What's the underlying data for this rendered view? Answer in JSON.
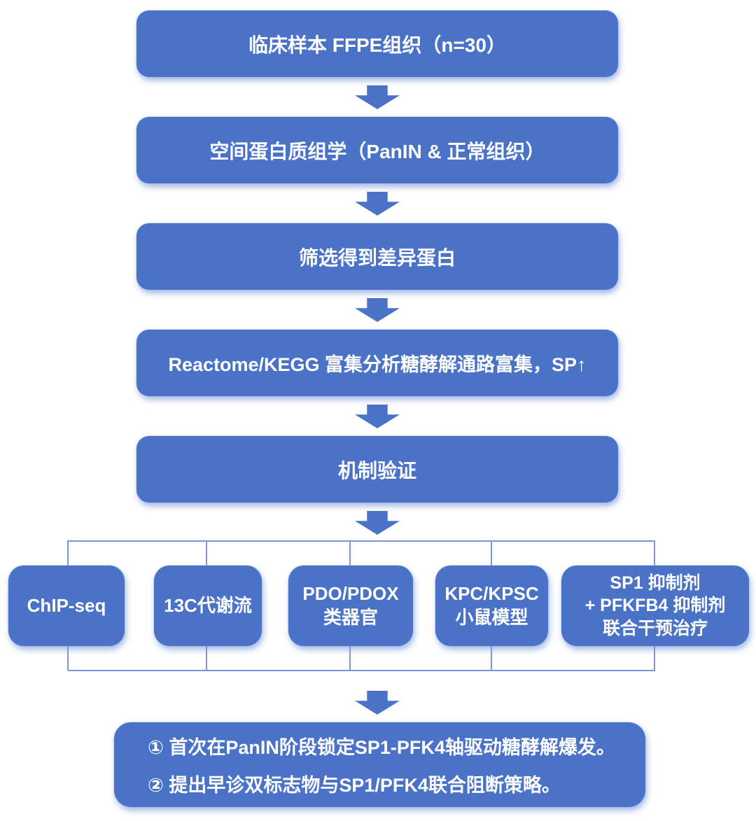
{
  "colors": {
    "box_blue": "#4a73c8",
    "connector_blue": "#7b97d6",
    "text_white": "#ffffff",
    "page_bg": "#ffffff"
  },
  "flow": {
    "steps": [
      {
        "label": "临床样本 FFPE组织（n=30）"
      },
      {
        "label": "空间蛋白质组学（PanIN & 正常组织）"
      },
      {
        "label": "筛选得到差异蛋白"
      },
      {
        "label": "Reactome/KEGG 富集分析糖酵解通路富集，SP↑"
      },
      {
        "label": "机制验证"
      }
    ],
    "branches": [
      {
        "label": "ChIP-seq"
      },
      {
        "label": "13C代谢流"
      },
      {
        "label": "PDO/PDOX\n类器官"
      },
      {
        "label": "KPC/KPSC\n小鼠模型"
      },
      {
        "label": "SP1 抑制剂\n+ PFKFB4 抑制剂\n联合干预治疗"
      }
    ],
    "conclusion": {
      "lines": [
        "① 首次在PanIN阶段锁定SP1-PFK4轴驱动糖酵解爆发。",
        "② 提出早诊双标志物与SP1/PFK4联合阻断策略。"
      ]
    }
  }
}
